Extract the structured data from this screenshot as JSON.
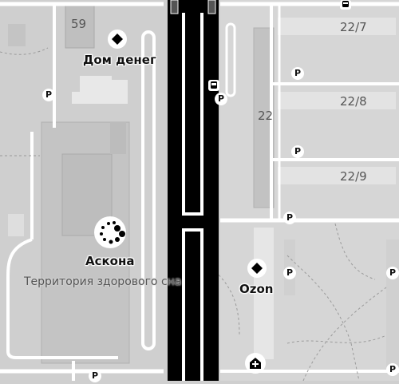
{
  "map": {
    "pois": {
      "dom_deneg": "Дом денег",
      "askona": "Аскона",
      "ozon": "Ozon"
    },
    "areas": {
      "healthy_sleep": "Территория здорового сна"
    },
    "house_numbers": {
      "n59": "59",
      "n22_7": "22/7",
      "n22_8": "22/8",
      "n22": "22",
      "n22_9": "22/9"
    },
    "parking_label": "P",
    "icons": {
      "poi": "diamond-icon",
      "furniture": "dots-circle-icon",
      "bus_stop": "bus-stop-icon",
      "pharmacy": "house-plus-icon",
      "parking": "parking-icon"
    },
    "colors": {
      "background": "#cfcfcf",
      "road": "#ffffff",
      "highway": "#000000",
      "building": "#bcbcbc",
      "label_bar": "#e3e3e3"
    }
  }
}
